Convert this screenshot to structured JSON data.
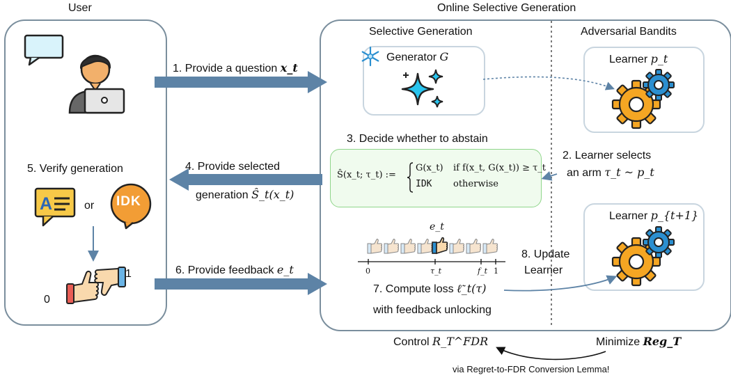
{
  "colors": {
    "arrow": "#5d83a6",
    "panel_border": "#7a8e9d",
    "card_border": "#c8d5df",
    "rule_border": "#8fd58a",
    "rule_fill": "#f0fbee",
    "gear_orange": "#f5a623",
    "gear_blue": "#2b8fd0",
    "sparkle": "#28c4ee"
  },
  "user": {
    "title": "User",
    "verify": "5. Verify generation",
    "or": "or",
    "idk_badge": "IDK",
    "score_zero": "0",
    "score_one": "1"
  },
  "system": {
    "title": "Online Selective Generation",
    "section_selective": "Selective Generation",
    "section_bandits": "Adversarial Bandits",
    "generator_label": "Generator",
    "generator_symbol": "G",
    "learner_label": "Learner",
    "learner_symbol_t": "p_t",
    "learner_symbol_t1": "p_{t+1}"
  },
  "steps": {
    "s1": "1. Provide a question",
    "s1_math": "x_t",
    "s2_line1": "2. Learner selects",
    "s2_line2": "an arm",
    "s2_math": "τ_t ~ p_t",
    "s3": "3. Decide whether to abstain",
    "s4_line1": "4. Provide selected",
    "s4_line2": "generation",
    "s4_math": "Ŝ_t(x_t)",
    "s6": "6. Provide feedback",
    "s6_math": "e_t",
    "s7_line1": "7. Compute loss",
    "s7_math": "ℓ̃_t(τ)",
    "s7_line2": "with feedback unlocking",
    "s8_line1": "8. Update",
    "s8_line2": "Learner"
  },
  "rule": {
    "lhs": "Ŝ(x_t; τ_t) :=",
    "case1_value": "G(x_t)",
    "case1_cond": "if f(x_t, G(x_t)) ≥ τ_t",
    "case2_value": "IDK",
    "case2_cond": "otherwise"
  },
  "axis": {
    "e_label": "e_t",
    "tick_0": "0",
    "tick_tau": "τ_t",
    "tick_f": "f_t",
    "tick_1": "1"
  },
  "bottom": {
    "control": "Control",
    "control_math": "R_T^FDR",
    "minimize": "Minimize",
    "minimize_math": "Reg_T",
    "conversion": "via Regret-to-FDR Conversion Lemma!"
  },
  "icons": {
    "speech": "speech-bubble-icon",
    "user": "person-laptop-icon",
    "snow": "snowflake-icon",
    "sparkle": "sparkle-icon",
    "gears": "gears-icon",
    "answer": "answer-document-icon",
    "idk": "idk-bubble-icon",
    "thumbs": "thumbs-icon"
  }
}
